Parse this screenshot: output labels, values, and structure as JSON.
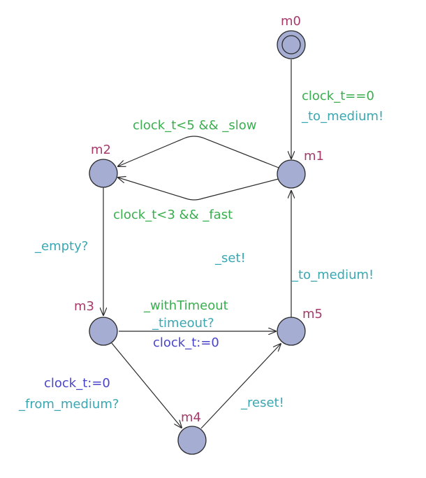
{
  "colors": {
    "state_fill": "#a5add3",
    "state_label": "#a53a6b",
    "guard": "#3aae4f",
    "sync": "#3aa7b2",
    "update": "#4a45c8",
    "stroke": "#2a2a2a"
  },
  "states": {
    "m0": {
      "name": "m0",
      "initial": true
    },
    "m1": {
      "name": "m1"
    },
    "m2": {
      "name": "m2"
    },
    "m3": {
      "name": "m3"
    },
    "m4": {
      "name": "m4"
    },
    "m5": {
      "name": "m5"
    }
  },
  "edges": {
    "m0_m1": {
      "guard": "clock_t==0",
      "sync": "_to_medium!"
    },
    "m1_m2_top": {
      "guard": "clock_t<5 && _slow"
    },
    "m1_m2_bottom": {
      "guard": "clock_t<3 && _fast"
    },
    "m2_m3": {
      "sync": "_empty?"
    },
    "m3_m5": {
      "guard": "_withTimeout",
      "sync": "_timeout?",
      "update": "clock_t:=0"
    },
    "m3_m4": {
      "update": "clock_t:=0",
      "sync": "_from_medium?"
    },
    "m4_m5": {
      "sync": "_reset!"
    },
    "m5_m1": {
      "sync": "_to_medium!"
    },
    "floating": {
      "sync": "_set!"
    }
  }
}
